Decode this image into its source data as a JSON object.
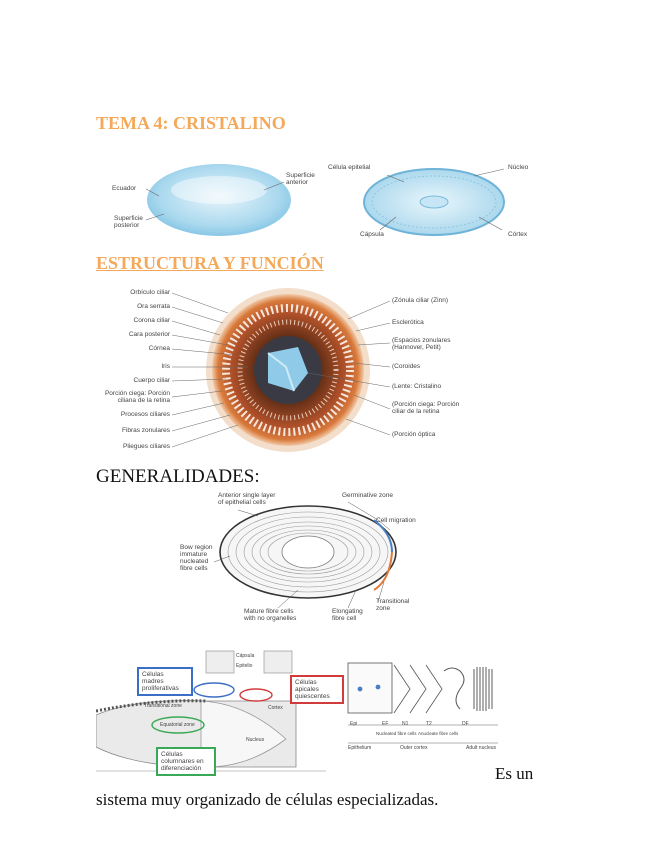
{
  "title": "TEMA 4: CRISTALINO",
  "section_heading": "ESTRUCTURA Y FUNCIÓN",
  "subheading": "GENERALIDADES:",
  "paragraph_part1": "Es un",
  "paragraph_part2": "sistema muy organizado de células especializadas.",
  "fig1": {
    "lens_labels": {
      "equator": "Ecuador",
      "anterior": "Superficie\nanterior",
      "posterior": "Superficie\nposterior"
    },
    "section_labels": {
      "epithelial": "Célula epitelial",
      "nucleus": "Núcleo",
      "capsule": "Cápsula",
      "cortex": "Córtex"
    }
  },
  "fig2": {
    "left_labels": [
      "Orbículo ciliar",
      "Ora serrata",
      "Corona ciliar",
      "Cara posterior",
      "Córnea",
      "Iris",
      "Cuerpo ciliar",
      "Porción ciega: Porción\nciliana de la retina",
      "Procesos ciliares",
      "Fibras zonulares",
      "Pliegues ciliares"
    ],
    "right_labels": [
      "(Zónula ciliar (Zinn)",
      "Esclerótica",
      "(Espacios zonulares\n(Hannover, Petit)",
      "(Coroides",
      "(Lente: Cristalino",
      "(Porción ciega: Porción\nciliar de la retina",
      "(Porción óptica"
    ]
  },
  "fig3": {
    "labels": {
      "anterior": "Anterior single layer\nof epithelial cells",
      "germinative": "Germinative zone",
      "migration": "Cell migration",
      "bow": "Bow region\nimmature\nnucleated\nfibre cells",
      "mature": "Mature fibre cells\nwith no organelles",
      "elongating": "Elongating\nfibre cell",
      "transitional": "Transitional\nzone"
    }
  },
  "fig4": {
    "boxes": {
      "prolif": "Células\nmadres\nproliferativas",
      "quiescent": "Células\napicales\nquiescentes",
      "differentiation": "Células\ncolumnares en\ndiferenciación"
    },
    "small_labels": [
      "Cápsula",
      "Epitelio",
      "Cortex",
      "Nucleus",
      "Equatorial zone",
      "Transitional zone"
    ],
    "right_axis": [
      "Epi",
      "EF",
      "N1",
      "T2",
      "DF"
    ],
    "right_zones": [
      "Epithelium",
      "Outer cortex",
      "Adult nucleus"
    ],
    "right_subzones": [
      "Nucleated fibre cells",
      "Anucleate fibre cells"
    ]
  },
  "colors": {
    "heading": "#f4a85a",
    "text": "#111111"
  }
}
